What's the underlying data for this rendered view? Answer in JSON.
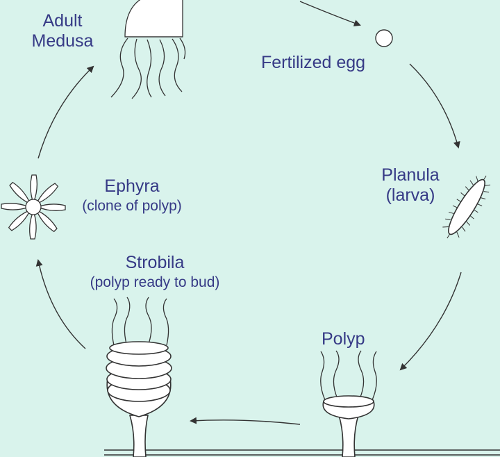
{
  "diagram": {
    "stages": [
      {
        "id": "adult-medusa",
        "lines": [
          "Adult",
          "Medusa"
        ]
      },
      {
        "id": "fertilized-egg",
        "lines": [
          "Fertilized egg"
        ]
      },
      {
        "id": "planula",
        "lines": [
          "Planula",
          "(larva)"
        ]
      },
      {
        "id": "polyp",
        "lines": [
          "Polyp"
        ]
      },
      {
        "id": "strobila",
        "lines": [
          "Strobila",
          "(polyp ready to bud)"
        ]
      },
      {
        "id": "ephyra",
        "lines": [
          "Ephyra",
          "(clone of polyp)"
        ]
      }
    ],
    "colors": {
      "background": "#d9f3ec",
      "label": "#363a86",
      "line": "#333333",
      "fill": "#ffffff"
    }
  }
}
